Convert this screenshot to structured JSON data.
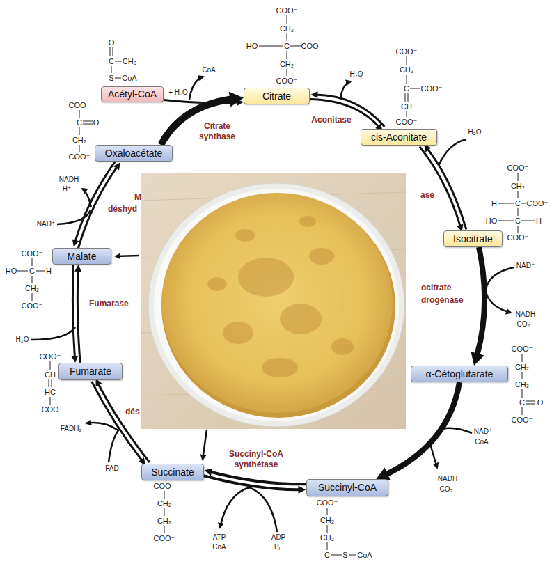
{
  "diagram": {
    "nodes": [
      {
        "text": [
          "Acétyl-CoA"
        ]
      },
      {
        "text": [
          "Citrate"
        ]
      },
      {
        "text": [
          "cis-Aconitate"
        ]
      },
      {
        "text": [
          "Isocitrate"
        ]
      },
      {
        "text": [
          "α-Cétoglutarate"
        ]
      },
      {
        "text": [
          "Succinyl-CoA"
        ]
      },
      {
        "text": [
          "Succinate"
        ]
      },
      {
        "text": [
          "Fumarate"
        ]
      },
      {
        "text": [
          "Malate"
        ]
      },
      {
        "text": [
          "Oxaloacétate"
        ]
      }
    ],
    "edges": [
      {
        "from": 9,
        "to": 1,
        "arrow": "to"
      },
      {
        "from": 0,
        "to": 1,
        "arrow": "to"
      },
      {
        "from": 1,
        "to": 2,
        "arrow": "both"
      },
      {
        "from": 2,
        "to": 3,
        "arrow": "both"
      },
      {
        "from": 3,
        "to": 4,
        "arrow": "to"
      },
      {
        "from": 4,
        "to": 5,
        "arrow": "to"
      },
      {
        "from": 5,
        "to": 6,
        "arrow": "both"
      },
      {
        "from": 6,
        "to": 7,
        "arrow": "both"
      },
      {
        "from": 7,
        "to": 8,
        "arrow": "both"
      },
      {
        "from": 8,
        "to": 9,
        "arrow": "both"
      }
    ],
    "labels": [
      "COO⁻",
      "CH₂",
      "HO",
      "C",
      "COO⁻",
      "CH₂",
      "COO⁻",
      "O",
      "C",
      "CH₃",
      "S",
      "CoA",
      "COO⁻",
      "CH₂",
      "C",
      "COO⁻",
      "CH",
      "COO⁻",
      "COO⁻",
      "CH₂",
      "H",
      "C",
      "COO⁻",
      "HO",
      "C",
      "H",
      "COO⁻",
      "COO⁻",
      "CH₂",
      "CH₂",
      "C",
      "O",
      "COO⁻",
      "COO⁻",
      "CH₂",
      "CH₂",
      "C",
      "S",
      "CoA",
      "COO⁻",
      "CH₂",
      "CH₂",
      "COO⁻",
      "COO⁻",
      "CH",
      "HC",
      "COO",
      "COO⁻",
      "HO",
      "C",
      "H",
      "CH₂",
      "COO⁻",
      "COO⁻",
      "C",
      "O",
      "CH₂",
      "COO⁻",
      "CoA",
      "+ H₂O",
      "H₂O",
      "H₂O",
      "NAD⁺",
      "NADH",
      "CO₂",
      "NAD⁺",
      "CoA",
      "NADH",
      "CO₂",
      "ATP",
      "CoA",
      "ADP",
      "Pᵢ",
      "FADH₂",
      "FAD",
      "H₂O",
      "NADH",
      "H⁺",
      "NAD⁺",
      "Citrate synthase",
      "Aconitase",
      "ase",
      "ocitrate",
      "drogénase",
      "Succinyl-CoA synthétase",
      "Fumarase",
      "dés",
      "M",
      "déshyd"
    ]
  }
}
